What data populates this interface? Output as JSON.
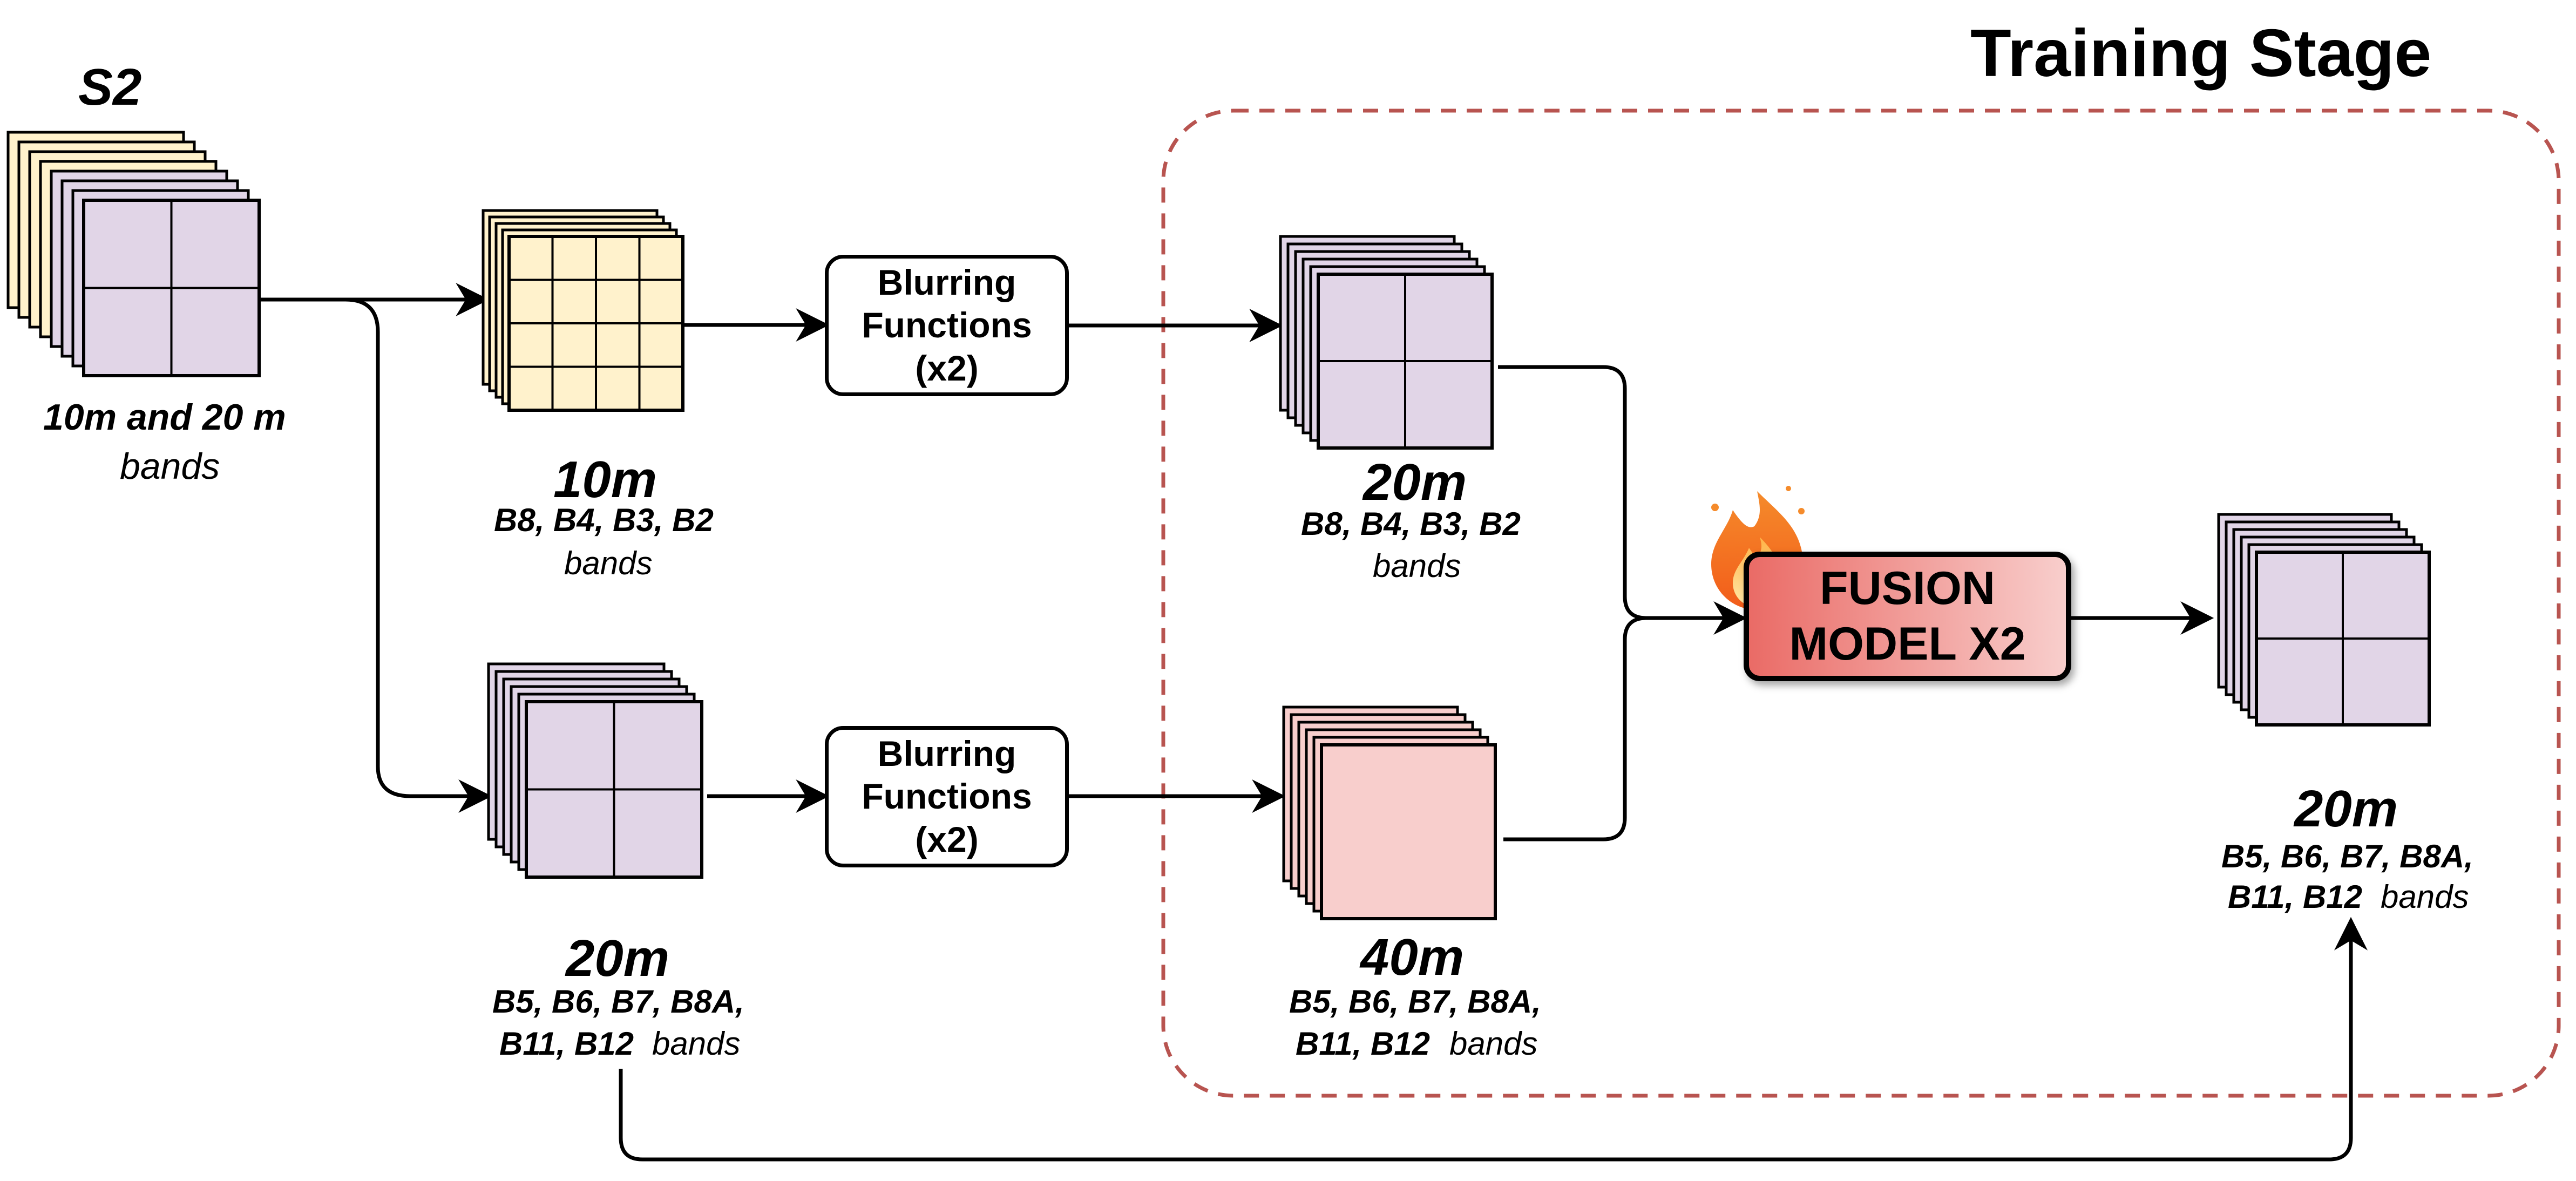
{
  "title": "Training Stage",
  "input": {
    "label": "S2",
    "caption_bold": "10m and 20 m",
    "caption_italic": "bands"
  },
  "branch_10m": {
    "resolution": "10m",
    "bands": "B8, B4, B3, B2",
    "suffix": "bands"
  },
  "branch_20m": {
    "resolution": "20m",
    "bands_line1": "B5, B6, B7, B8A,",
    "bands_line2": "B11, B12",
    "suffix": "bands"
  },
  "blur_top": {
    "label": "Blurring\nFunctions\n(x2)"
  },
  "blur_bottom": {
    "label": "Blurring\nFunctions\n(x2)"
  },
  "degraded_20m": {
    "resolution": "20m",
    "bands": "B8, B4, B3, B2",
    "suffix": "bands"
  },
  "degraded_40m": {
    "resolution": "40m",
    "bands_line1": "B5, B6, B7, B8A,",
    "bands_line2": "B11, B12",
    "suffix": "bands"
  },
  "fusion": {
    "label": "FUSION\nMODEL X2",
    "icon": "fire-icon"
  },
  "output": {
    "resolution": "20m",
    "bands_line1": "B5, B6, B7, B8A,",
    "bands_line2": "B11, B12",
    "suffix": "bands"
  },
  "colors": {
    "yellow_band": "#fff2cc",
    "purple_band": "#e1d5e7",
    "pink_band": "#f8cecc",
    "fusion_gradient_start": "#ea6b66",
    "fusion_gradient_end": "#f8cecc",
    "dashed_border": "#b85450",
    "line": "#000000"
  }
}
